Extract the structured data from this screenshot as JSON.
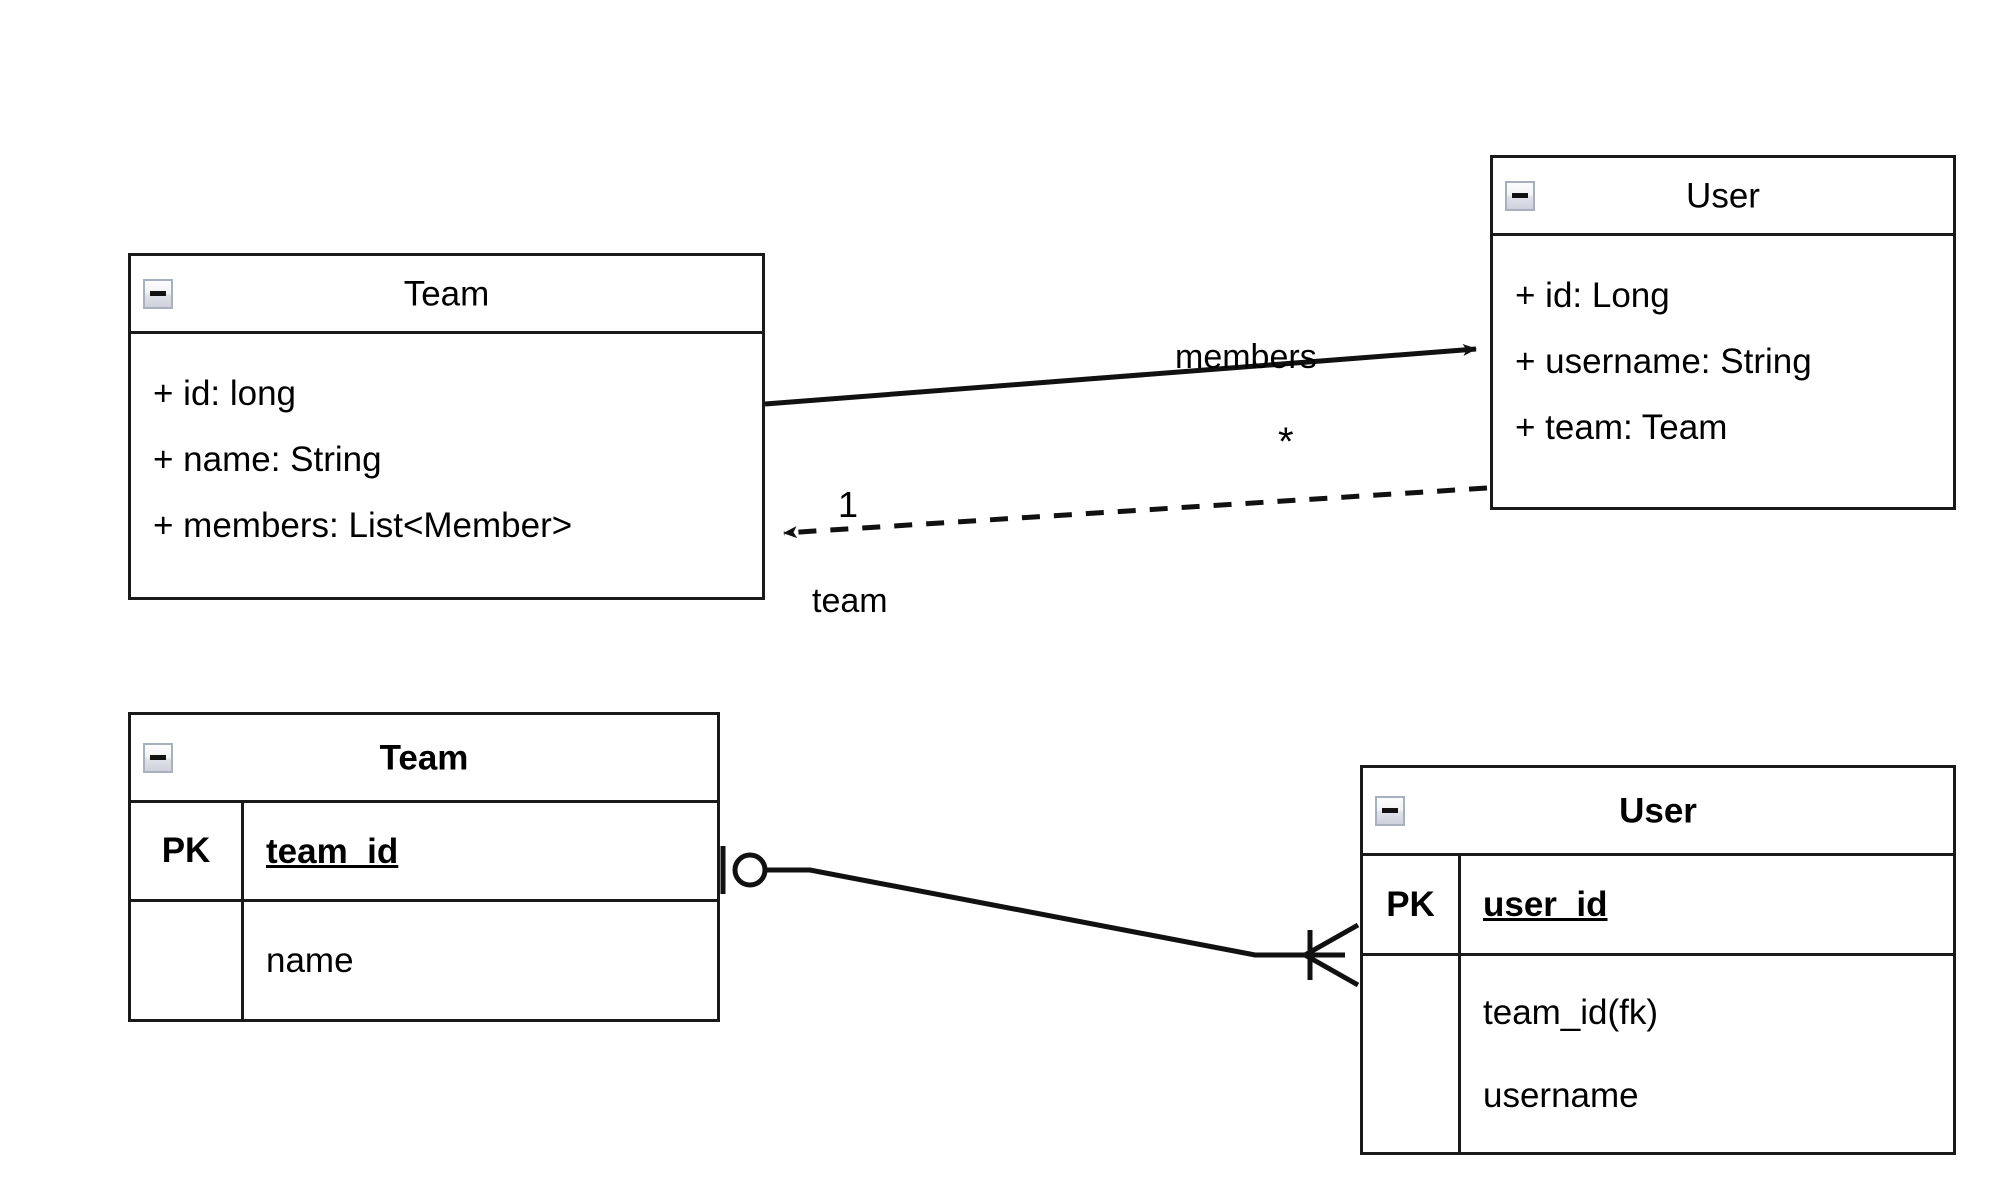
{
  "diagram": {
    "title": "UML class diagram and ER diagram for Team / User",
    "background": "#ffffff",
    "line_color": "#1a1a1a"
  },
  "uml": {
    "collapse_icon": "minus-collapse-icon",
    "classes": [
      {
        "id": "uml-team",
        "name": "Team",
        "attributes": [
          "+ id: long",
          "+ name: String",
          "+ members: List<Member>"
        ]
      },
      {
        "id": "uml-user",
        "name": "User",
        "attributes": [
          "+ id: Long",
          "+ username: String",
          "+ team: Team"
        ]
      }
    ],
    "associations": [
      {
        "id": "assoc-members",
        "label": "members",
        "multiplicity": "*",
        "style": "solid",
        "arrow": "filled",
        "from": "Team",
        "to": "User"
      },
      {
        "id": "assoc-team",
        "label": "team",
        "multiplicity": "1",
        "style": "dashed",
        "arrow": "filled",
        "from": "User",
        "to": "Team"
      }
    ]
  },
  "er": {
    "collapse_icon": "minus-collapse-icon",
    "tables": [
      {
        "id": "er-team",
        "name": "Team",
        "rows": [
          {
            "key": "PK",
            "fields": [
              "team_id"
            ],
            "primary": true
          },
          {
            "key": "",
            "fields": [
              "name"
            ],
            "primary": false
          }
        ]
      },
      {
        "id": "er-user",
        "name": "User",
        "rows": [
          {
            "key": "PK",
            "fields": [
              "user_id"
            ],
            "primary": true
          },
          {
            "key": "",
            "fields": [
              "team_id(fk)",
              "username"
            ],
            "primary": false
          }
        ]
      }
    ],
    "relationship": {
      "id": "er-rel-team-user",
      "from": "Team",
      "to": "User",
      "from_notation": "one-optional-crowfoot",
      "to_notation": "many-crowfoot"
    }
  }
}
